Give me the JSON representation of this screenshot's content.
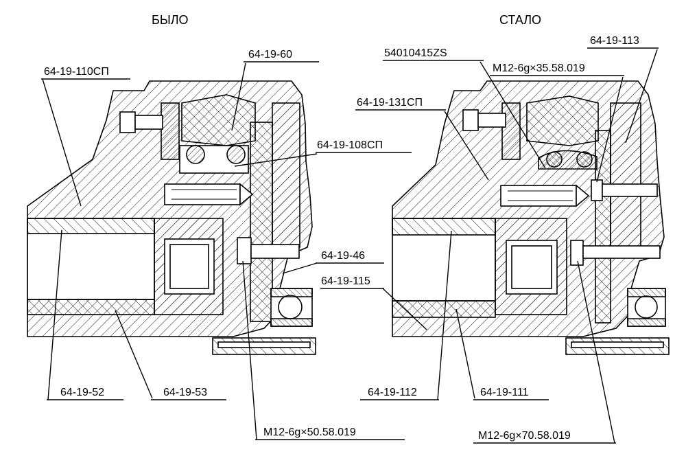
{
  "titles": {
    "before": "БЫЛО",
    "after": "СТАЛО"
  },
  "before_labels": {
    "p110": "64-19-110СП",
    "p60": "64-19-60",
    "p108": "64-19-108СП",
    "p46": "64-19-46",
    "p52": "64-19-52",
    "p53": "64-19-53",
    "bolt": "М12-6g×50.58.019"
  },
  "after_labels": {
    "zs": "54010415ZS",
    "p113": "64-19-113",
    "bolt35": "М12-6g×35.58.019",
    "p131": "64-19-131СП",
    "p115": "64-19-115",
    "p112": "64-19-112",
    "p111": "64-19-111",
    "bolt70": "М12-6g×70.58.019"
  }
}
